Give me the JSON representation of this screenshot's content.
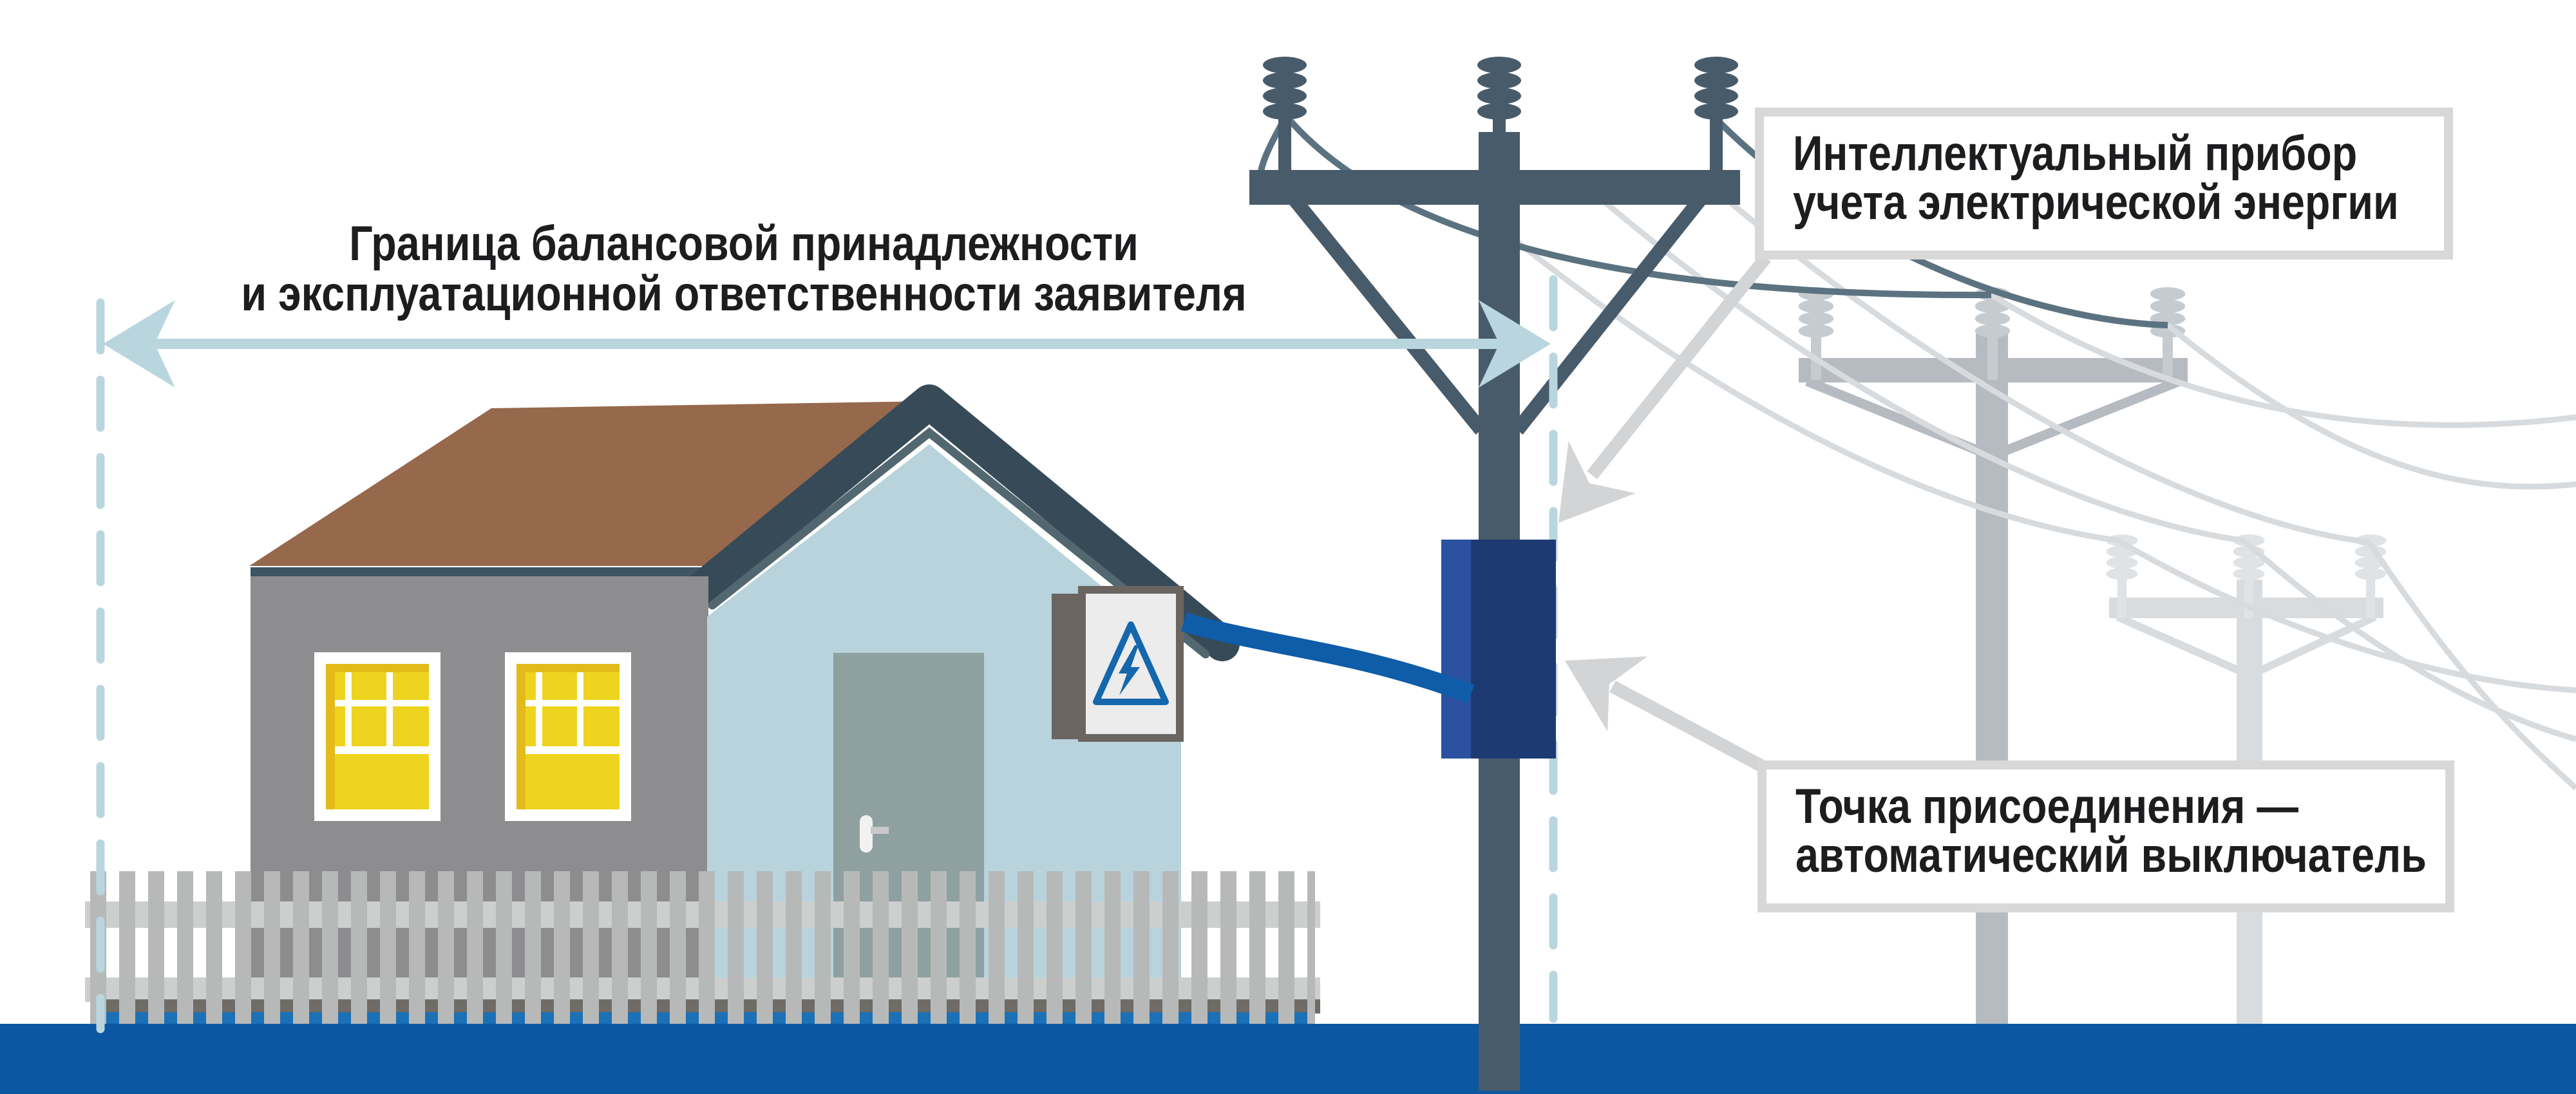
{
  "title": {
    "line1": "Граница балансовой принадлежности",
    "line2": "и эксплуатационной ответственности заявителя"
  },
  "callouts": {
    "meter": {
      "line1": "Интеллектуальный прибор",
      "line2": "учета электрической энергии"
    },
    "connection_point": {
      "line1": "Точка присоединения —",
      "line2": "автоматический выключатель"
    }
  },
  "icons": {
    "hazard_sign": "high-voltage-warning-icon",
    "insulator": "insulator-icon",
    "boundary_arrow": "double-headed-arrow-icon",
    "callout_pointer": "gray-arrow-icon"
  },
  "colors": {
    "page-bg": "#ffffff",
    "text": "#1d1d20",
    "band": "#0c57a2",
    "band-light": "#1b70b6",
    "ground-strip": "#6f6b67",
    "roof": "#96684c",
    "trim": "#374a57",
    "trim-inner": "#52676f",
    "wall-gray": "#8d8d8f",
    "wall-strip": "#3d5565",
    "wall-blue": "#b8d3dc",
    "door": "#8fa0a0",
    "handle": "#f2f2f2",
    "handle-bar": "#c9c9c9",
    "window-frame": "#ffffff",
    "window-yellow": "#eed41f",
    "window-shade": "#e2bb1b",
    "fence-slat": "#b7b9b9",
    "fence-rail": "#cdcfcf",
    "pole": "#485b6b",
    "wire-dark": "#5b7281",
    "bg-pole1": "#b6bbc1",
    "bg-pole1-ins": "#c6cbcf",
    "bg-pole2": "#d8dcdf",
    "bg-pole2-ins": "#e0e3e5",
    "wire-light": "#d8dbde",
    "meter": "#1d3b72",
    "meter-light": "#2b51a0",
    "cable": "#0f5ca8",
    "dashed": "#b9d6de",
    "arrow-blue": "#b9d6de",
    "arrow-gray": "#d2d4d6",
    "box-border": "#d8d8d8",
    "hazard-frame": "#6a6560",
    "hazard-face": "#ececec",
    "hazard-blue": "#1467ac"
  }
}
